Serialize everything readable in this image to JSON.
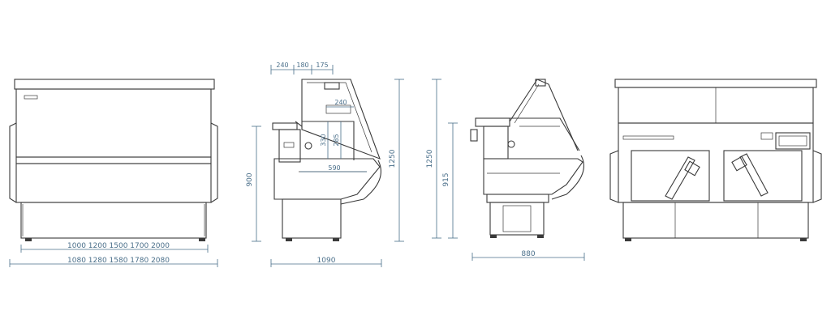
{
  "front_view": {
    "width_label_1": "1000 1200 1500 1700 2000",
    "width_label_2": "1080 1280 1580 1780 2080"
  },
  "side_view_1": {
    "top_dim_1": "240",
    "top_dim_2": "180",
    "top_dim_3": "175",
    "dim_inner_top": "240",
    "dim_inner_v1": "330",
    "dim_inner_v2": "285",
    "dim_shelf": "590",
    "height_left": "900",
    "height_right": "1250",
    "depth_bottom": "1090"
  },
  "side_view_2": {
    "height_total": "1250",
    "height_counter": "915",
    "depth_bottom": "880"
  },
  "colors": {
    "line": "#3a3a3a",
    "dimension": "#4a6f8a"
  }
}
